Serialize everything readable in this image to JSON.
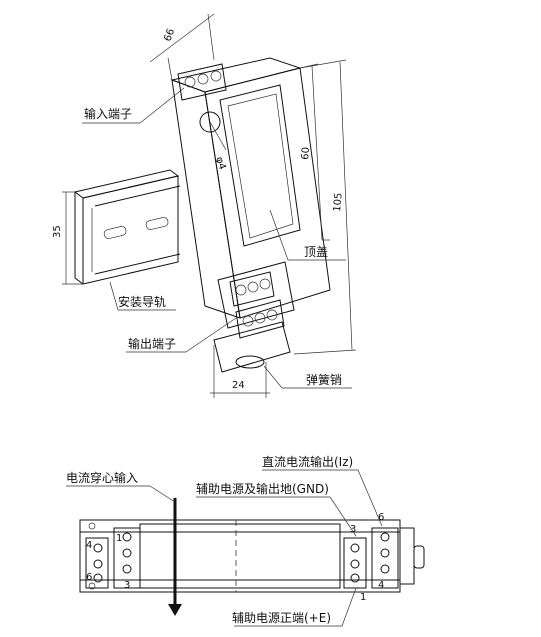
{
  "labels": {
    "input_terminal": "输入端子",
    "mounting_rail": "安装导轨",
    "output_terminal": "输出端子",
    "top_cover": "顶盖",
    "spring_pin": "弹簧销",
    "current_through_input": "电流穿心输入",
    "aux_power_gnd": "辅助电源及输出地(GND)",
    "dc_current_output": "直流电流输出(Iz)",
    "aux_power_positive": "辅助电源正端(+E)"
  },
  "dimensions": {
    "width_66": "66",
    "hole_phi4": "φ4",
    "height_60": "60",
    "length_105": "105",
    "rail_35": "35",
    "base_24": "24"
  },
  "terminals": {
    "left_outer": [
      "4",
      "6"
    ],
    "left_inner": [
      "1",
      "3"
    ],
    "right_inner": [
      "3",
      "1"
    ],
    "right_outer": [
      "6",
      "4"
    ]
  }
}
